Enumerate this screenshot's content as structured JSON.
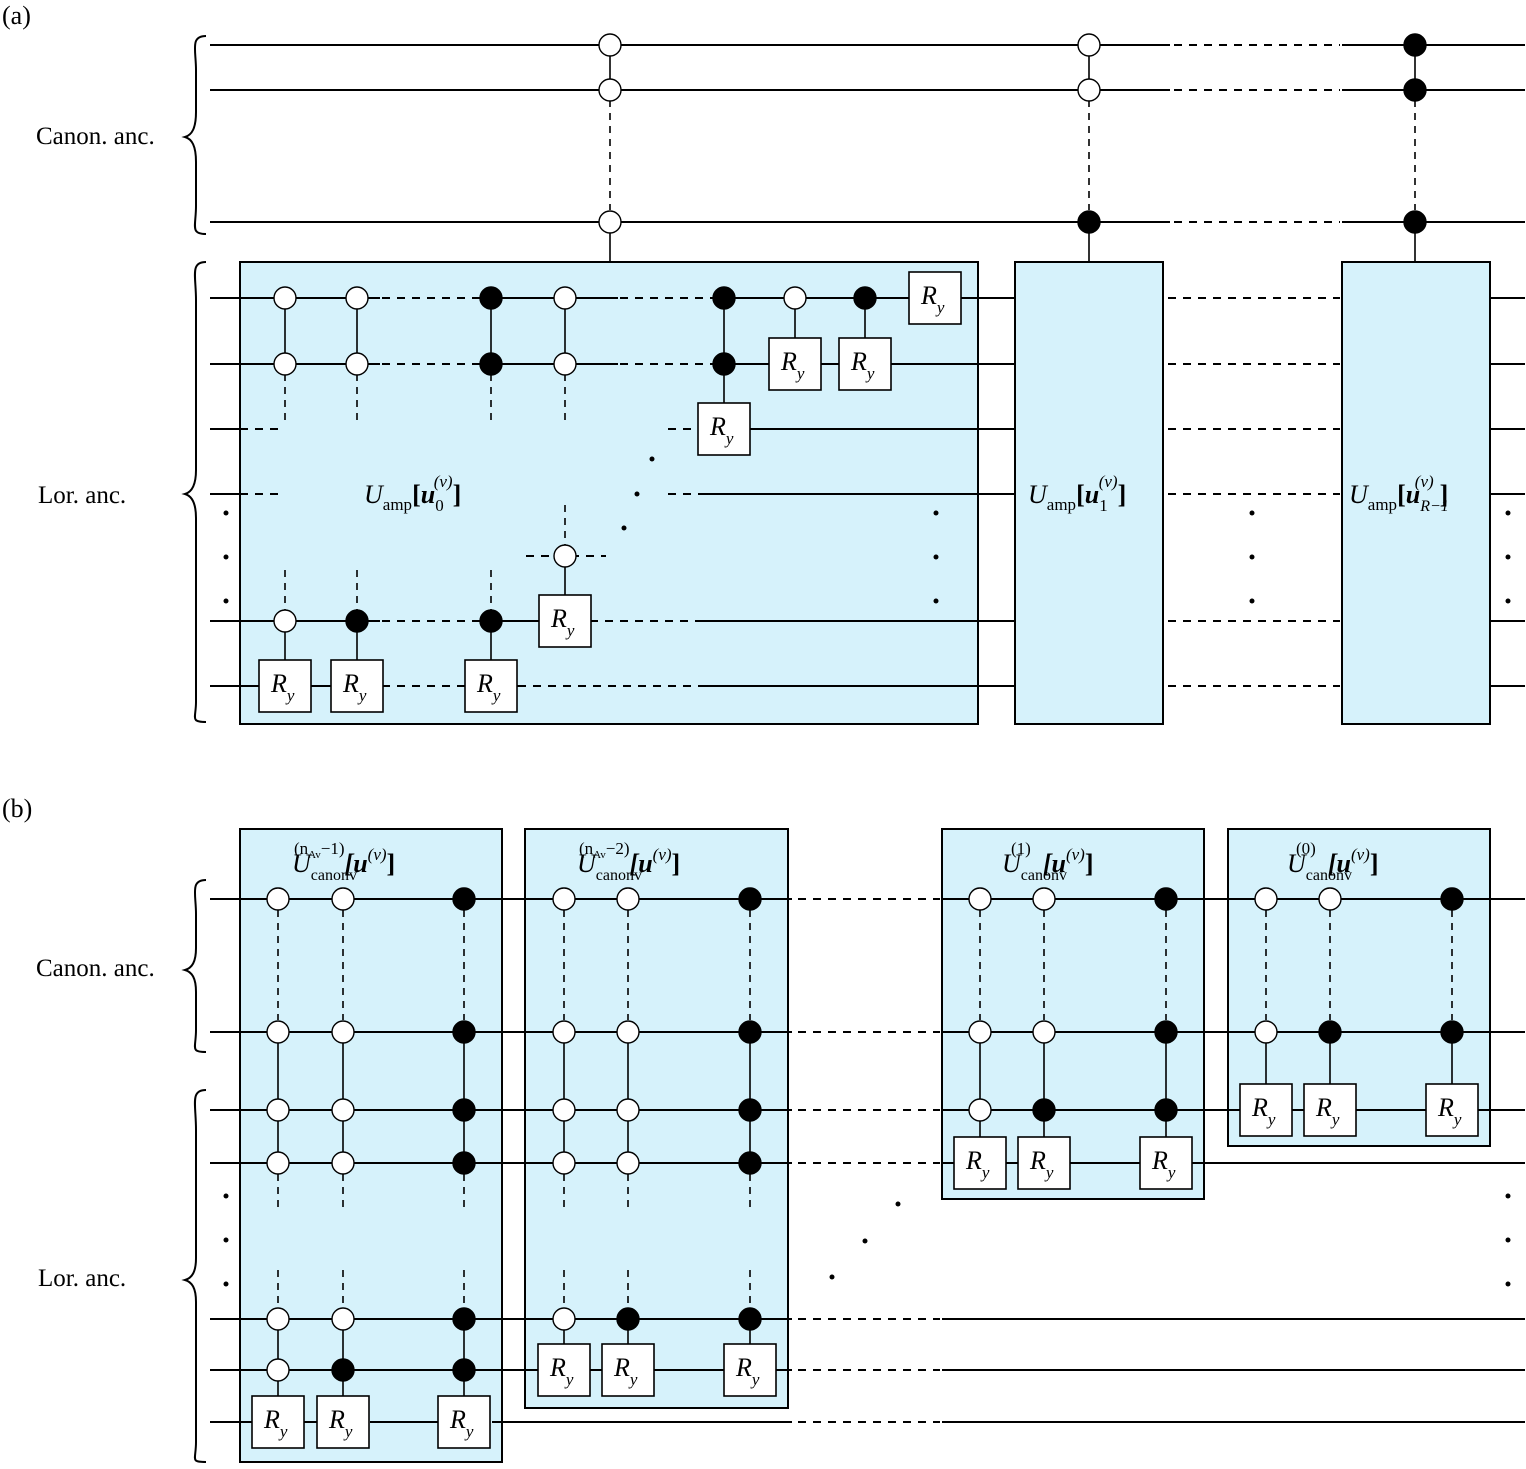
{
  "panel_a": {
    "label": "(a)",
    "group_canon": "Canon. anc.",
    "group_lor": "Lor. anc.",
    "blocks": [
      {
        "op": "U",
        "sub": "amp",
        "vec": "u",
        "vec_sub": "0",
        "sup": "(v)"
      },
      {
        "op": "U",
        "sub": "amp",
        "vec": "u",
        "vec_sub": "1",
        "sup": "(v)"
      },
      {
        "op": "U",
        "sub": "amp",
        "vec": "u",
        "vec_sub": "R−1",
        "sup": "(v)"
      }
    ]
  },
  "panel_b": {
    "label": "(b)",
    "group_canon": "Canon. anc.",
    "group_lor": "Lor. anc.",
    "blocks": [
      {
        "op": "U",
        "sub": "canonv",
        "sup_prefix": "(n",
        "sup_inner": "Av",
        "sup_suffix": "−1)",
        "arg": "[u",
        "arg_sup": "(v)",
        "arg_close": "]"
      },
      {
        "op": "U",
        "sub": "canonv",
        "sup_prefix": "(n",
        "sup_inner": "Av",
        "sup_suffix": "−2)",
        "arg": "[u",
        "arg_sup": "(v)",
        "arg_close": "]"
      },
      {
        "op": "U",
        "sub": "canonv",
        "sup_prefix": "(1)",
        "sup_inner": "",
        "sup_suffix": "",
        "arg": "[u",
        "arg_sup": "(v)",
        "arg_close": "]"
      },
      {
        "op": "U",
        "sub": "canonv",
        "sup_prefix": "(0)",
        "sup_inner": "",
        "sup_suffix": "",
        "arg": "[u",
        "arg_sup": "(v)",
        "arg_close": "]"
      }
    ]
  },
  "gate": {
    "letter": "R",
    "sub": "y"
  }
}
